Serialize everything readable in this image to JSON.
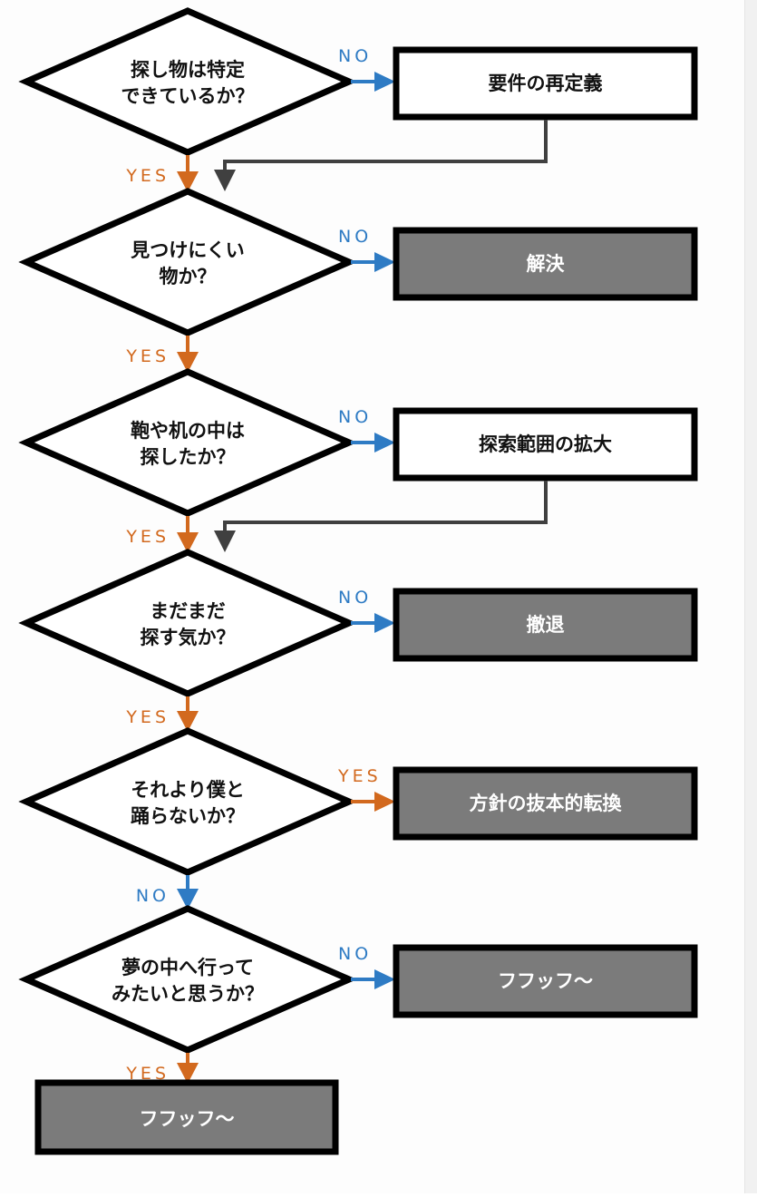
{
  "colors": {
    "yes": "#d2691e",
    "no": "#2e7bc4",
    "loop": "#404040",
    "terminal_fill": "#7b7b7b",
    "process_fill": "#ffffff",
    "stroke": "#000000"
  },
  "labels": {
    "yes": "YES",
    "no": "NO"
  },
  "questions": [
    {
      "lines": [
        "探し物は特定",
        "できているか？"
      ],
      "right_label": "NO",
      "down_label": "YES"
    },
    {
      "lines": [
        "見つけにくい",
        "物か？"
      ],
      "right_label": "NO",
      "down_label": "YES"
    },
    {
      "lines": [
        "鞄や机の中は",
        "探したか？"
      ],
      "right_label": "NO",
      "down_label": "YES"
    },
    {
      "lines": [
        "まだまだ",
        "探す気か？"
      ],
      "right_label": "NO",
      "down_label": "YES"
    },
    {
      "lines": [
        "それより僕と",
        "踊らないか？"
      ],
      "right_label": "YES",
      "down_label": "NO"
    },
    {
      "lines": [
        "夢の中へ行って",
        "みたいと思うか？"
      ],
      "right_label": "NO",
      "down_label": "YES"
    }
  ],
  "outcomes": [
    {
      "text": "要件の再定義",
      "kind": "process",
      "loops_back": true
    },
    {
      "text": "解決",
      "kind": "terminal",
      "loops_back": false
    },
    {
      "text": "探索範囲の拡大",
      "kind": "process",
      "loops_back": true
    },
    {
      "text": "撤退",
      "kind": "terminal",
      "loops_back": false
    },
    {
      "text": "方針の抜本的転換",
      "kind": "terminal",
      "loops_back": false
    },
    {
      "text": "フフッフ～",
      "kind": "terminal",
      "loops_back": false
    }
  ],
  "final": {
    "text": "フフッフ～",
    "kind": "terminal"
  }
}
